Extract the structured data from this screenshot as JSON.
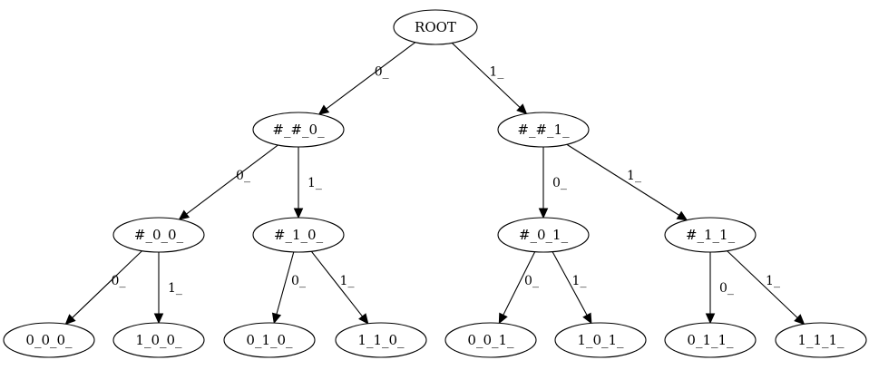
{
  "diagram": {
    "nodes": [
      {
        "id": "root",
        "label": "ROOT"
      },
      {
        "id": "h0",
        "label": "#_#_0_"
      },
      {
        "id": "h1",
        "label": "#_#_1_"
      },
      {
        "id": "h00",
        "label": "#_0_0_"
      },
      {
        "id": "h10",
        "label": "#_1_0_"
      },
      {
        "id": "h01",
        "label": "#_0_1_"
      },
      {
        "id": "h11",
        "label": "#_1_1_"
      },
      {
        "id": "l000",
        "label": "0_0_0_"
      },
      {
        "id": "l100",
        "label": "1_0_0_"
      },
      {
        "id": "l010",
        "label": "0_1_0_"
      },
      {
        "id": "l110",
        "label": "1_1_0_"
      },
      {
        "id": "l001",
        "label": "0_0_1_"
      },
      {
        "id": "l101",
        "label": "1_0_1_"
      },
      {
        "id": "l011",
        "label": "0_1_1_"
      },
      {
        "id": "l111",
        "label": "1_1_1_"
      }
    ],
    "edges": [
      {
        "from": "root",
        "to": "h0",
        "label": "0_"
      },
      {
        "from": "root",
        "to": "h1",
        "label": "1_"
      },
      {
        "from": "h0",
        "to": "h00",
        "label": "0_"
      },
      {
        "from": "h0",
        "to": "h10",
        "label": "1_"
      },
      {
        "from": "h1",
        "to": "h01",
        "label": "0_"
      },
      {
        "from": "h1",
        "to": "h11",
        "label": "1_"
      },
      {
        "from": "h00",
        "to": "l000",
        "label": "0_"
      },
      {
        "from": "h00",
        "to": "l100",
        "label": "1_"
      },
      {
        "from": "h10",
        "to": "l010",
        "label": "0_"
      },
      {
        "from": "h10",
        "to": "l110",
        "label": "1_"
      },
      {
        "from": "h01",
        "to": "l001",
        "label": "0_"
      },
      {
        "from": "h01",
        "to": "l101",
        "label": "1_"
      },
      {
        "from": "h11",
        "to": "l011",
        "label": "0_"
      },
      {
        "from": "h11",
        "to": "l111",
        "label": "1_"
      }
    ]
  }
}
